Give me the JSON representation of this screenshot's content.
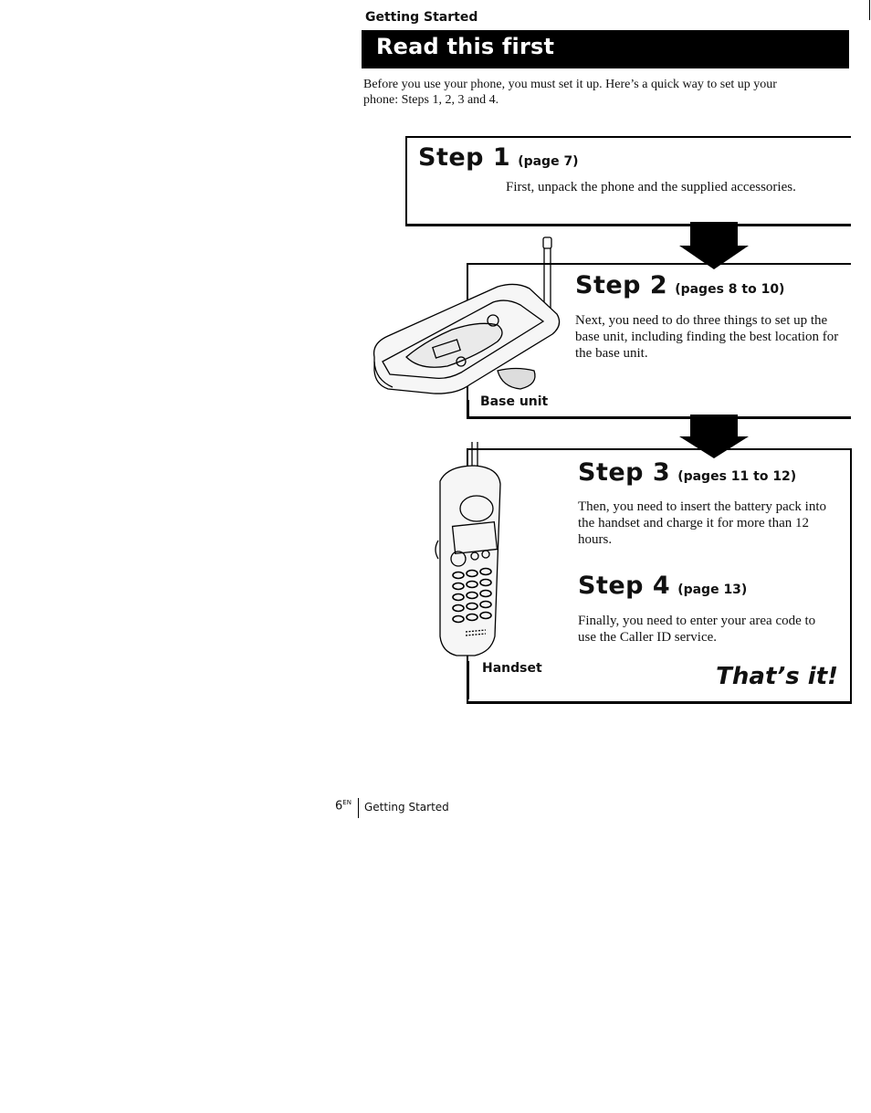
{
  "header": {
    "section": "Getting Started",
    "title": "Read this first"
  },
  "intro": "Before you use your phone, you must set it up.   Here’s a quick way to set up your phone:  Steps 1, 2, 3 and 4.",
  "steps": [
    {
      "title": "Step 1",
      "pages": "(page 7)",
      "text": "First, unpack the phone and the supplied accessories."
    },
    {
      "title": "Step 2",
      "pages": "(pages 8 to 10)",
      "text": "Next, you need to do three things to set up the base unit, including finding the best location for the base unit."
    },
    {
      "title": "Step 3",
      "pages": "(pages 11 to 12)",
      "text": "Then, you need to insert the battery pack into the handset and charge it for more than 12 hours."
    },
    {
      "title": "Step 4",
      "pages": "(page 13)",
      "text": "Finally, you need to enter your area code to use the Caller ID service."
    }
  ],
  "captions": {
    "base_unit": "Base unit",
    "handset": "Handset"
  },
  "closing": "That’s it!",
  "footer": {
    "page_number": "6",
    "page_suffix": "EN",
    "section": "Getting Started"
  }
}
